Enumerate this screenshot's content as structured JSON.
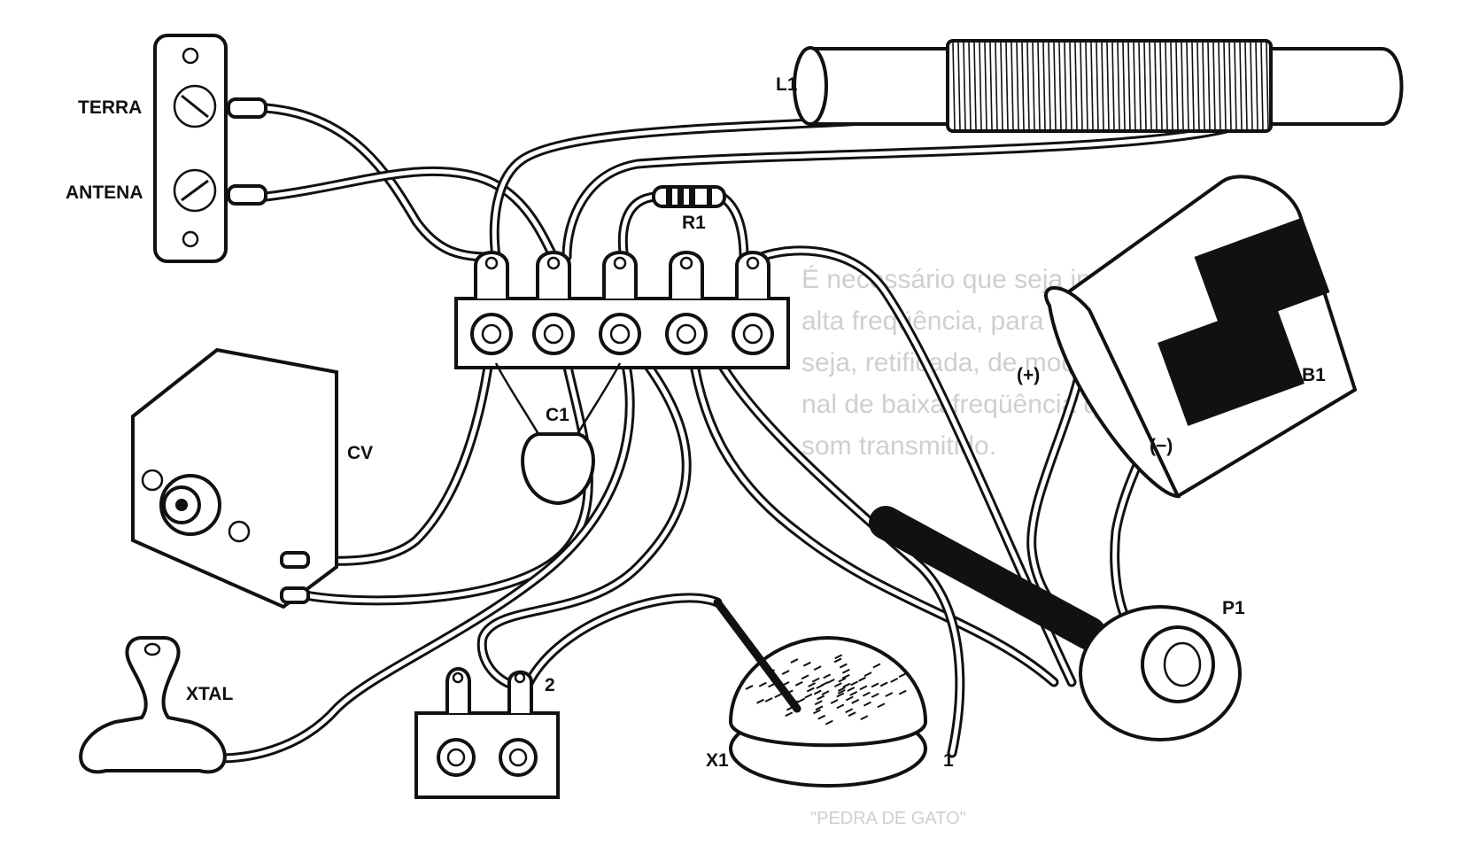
{
  "labels": {
    "terra": "TERRA",
    "antena": "ANTENA",
    "l1": "L1",
    "r1": "R1",
    "c1": "C1",
    "cv": "CV",
    "b1": "B1",
    "plus": "(+)",
    "minus": "(−)",
    "p1": "P1",
    "xtal": "XTAL",
    "x1": "X1",
    "pin1": "1",
    "pin2": "2"
  },
  "background_text": [
    "É necessário que seja inaudível pela sua",
    "alta freqüência, para ser detectada, ou",
    "seja, retificada, de modo que se extrair o si-",
    "nal de baixa freqüência que corresponde ao",
    "som transmitido.",
    "\"PEDRA DE GATO\""
  ]
}
